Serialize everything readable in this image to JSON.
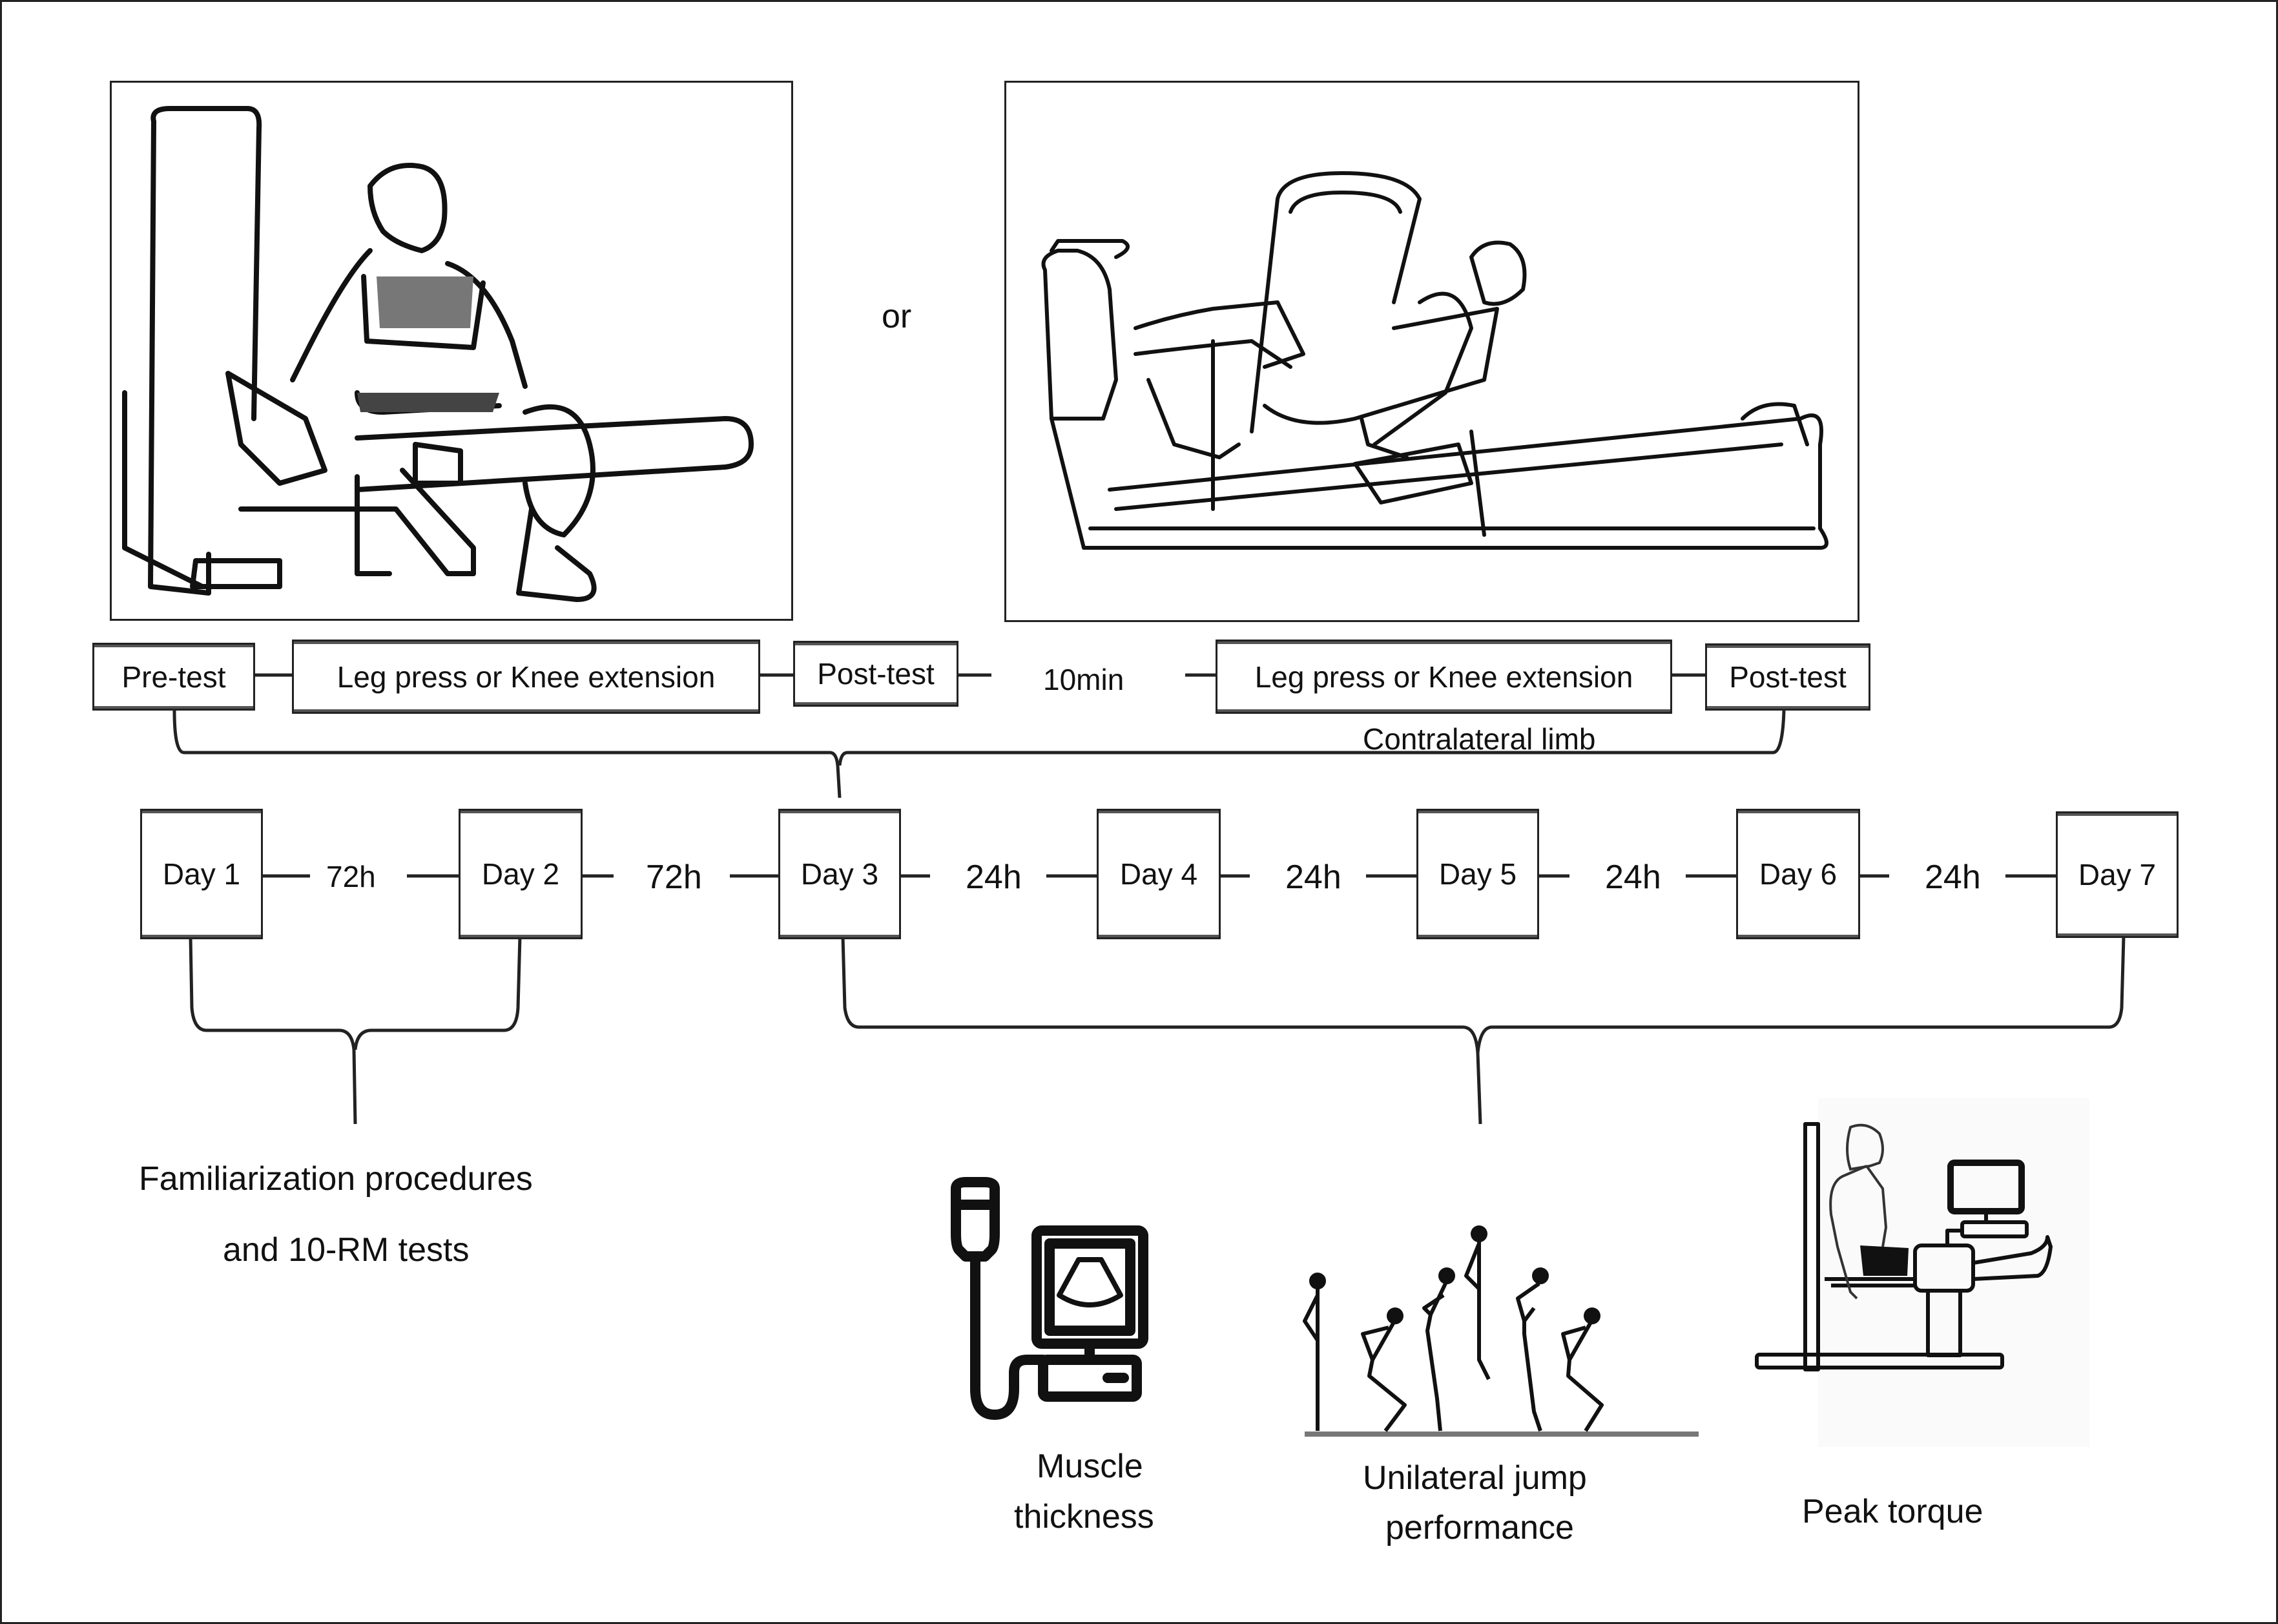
{
  "illustrations": {
    "knee_extension": "knee-extension-machine",
    "leg_press": "leg-press-machine",
    "or_label": "or"
  },
  "protocol": {
    "pre_test": "Pre-test",
    "exercise_1": "Leg press or Knee extension",
    "post_test_1": "Post-test",
    "rest": "10min",
    "exercise_2": "Leg press or Knee extension",
    "post_test_2": "Post-test",
    "contralateral_note": "Contralateral limb"
  },
  "timeline": {
    "days": [
      "Day 1",
      "Day 2",
      "Day 3",
      "Day 4",
      "Day 5",
      "Day 6",
      "Day 7"
    ],
    "intervals": [
      "72h",
      "72h",
      "24h",
      "24h",
      "24h",
      "24h"
    ]
  },
  "familiarization": {
    "line1": "Familiarization procedures",
    "line2": "and 10-RM tests"
  },
  "measures": [
    {
      "icon": "ultrasound-icon",
      "line1": "Muscle",
      "line2": "thickness"
    },
    {
      "icon": "jump-sequence-icon",
      "line1": "Unilateral jump",
      "line2": "performance"
    },
    {
      "icon": "dynamometer-icon",
      "line1": "Peak torque",
      "line2": ""
    }
  ]
}
